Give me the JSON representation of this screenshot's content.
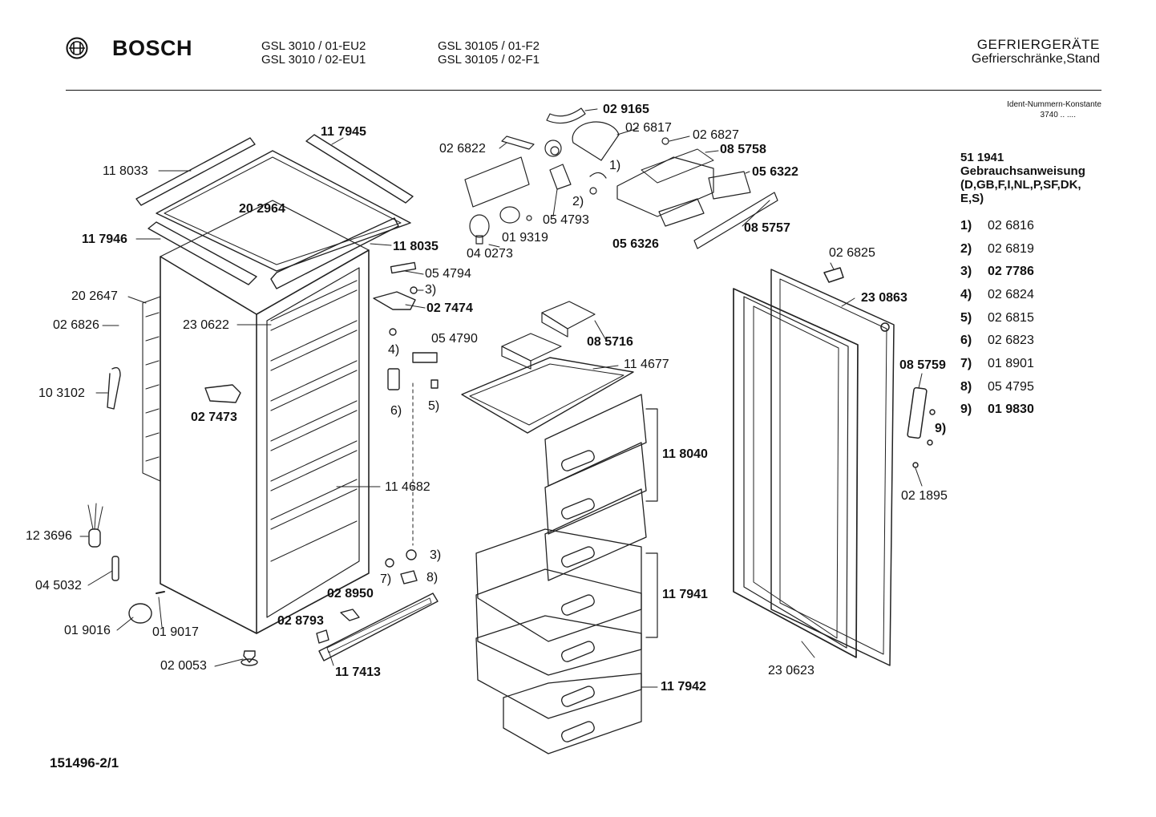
{
  "header": {
    "brand": "BOSCH",
    "models": [
      "GSL 3010 / 01-EU2",
      "GSL 3010 / 02-EU1",
      "GSL 30105 / 01-F2",
      "GSL 30105 / 02-F1"
    ],
    "category_title": "GEFRIERGERÄTE",
    "category_subtitle": "Gefrierschränke,Stand",
    "ident_label": "Ident-Nummern-Konstante",
    "ident_value": "3740 .. ...."
  },
  "manual": {
    "number": "51 1941",
    "title": "Gebrauchsanweisung",
    "languages": [
      "(D,GB,F,I,NL,P,SF,DK,",
      "E,S)"
    ]
  },
  "parts_list": [
    {
      "index": "1)",
      "part": "02 6816"
    },
    {
      "index": "2)",
      "part": "02 6819"
    },
    {
      "index": "3)",
      "part": "02 7786"
    },
    {
      "index": "4)",
      "part": "02 6824"
    },
    {
      "index": "5)",
      "part": "02 6815"
    },
    {
      "index": "6)",
      "part": "02 6823"
    },
    {
      "index": "7)",
      "part": "01 8901"
    },
    {
      "index": "8)",
      "part": "05 4795"
    },
    {
      "index": "9)",
      "part": "01 9830"
    }
  ],
  "callouts": {
    "c117945": "11 7945",
    "c118033": "11 8033",
    "c202964": "20 2964",
    "c117946": "11 7946",
    "c118035": "11 8035",
    "c054794": "05 4794",
    "c3a": "3)",
    "c027474": "02 7474",
    "c202647": "20 2647",
    "c026826": "02 6826",
    "c230622": "23 0622",
    "c4": "4)",
    "c054790": "05 4790",
    "c103102": "10 3102",
    "c6": "6)",
    "c5": "5)",
    "c027473": "02 7473",
    "c114682": "11 4682",
    "c123696": "12 3696",
    "c3b": "3)",
    "c7": "7)",
    "c8": "8)",
    "c045032": "04 5032",
    "c028950": "02 8950",
    "c028793": "02 8793",
    "c019016": "01 9016",
    "c019017": "01 9017",
    "c020053": "02 0053",
    "c117413": "11 7413",
    "c029165": "02 9165",
    "c026817": "02 6817",
    "c026827": "02 6827",
    "c026822": "02 6822",
    "c085758": "08 5758",
    "c1": "1)",
    "c056322": "05 6322",
    "c2": "2)",
    "c054793": "05 4793",
    "c019319": "01 9319",
    "c040273": "04 0273",
    "c085757": "08 5757",
    "c056326": "05 6326",
    "c085716": "08 5716",
    "c114677": "11 4677",
    "c118040": "11 8040",
    "c117941": "11 7941",
    "c117942": "11 7942",
    "c026825": "02 6825",
    "c230863": "23 0863",
    "c085759": "08 5759",
    "c9": "9)",
    "c021895": "02 1895",
    "c230623": "23 0623"
  },
  "footer": {
    "doc_number": "151496-2/1"
  }
}
